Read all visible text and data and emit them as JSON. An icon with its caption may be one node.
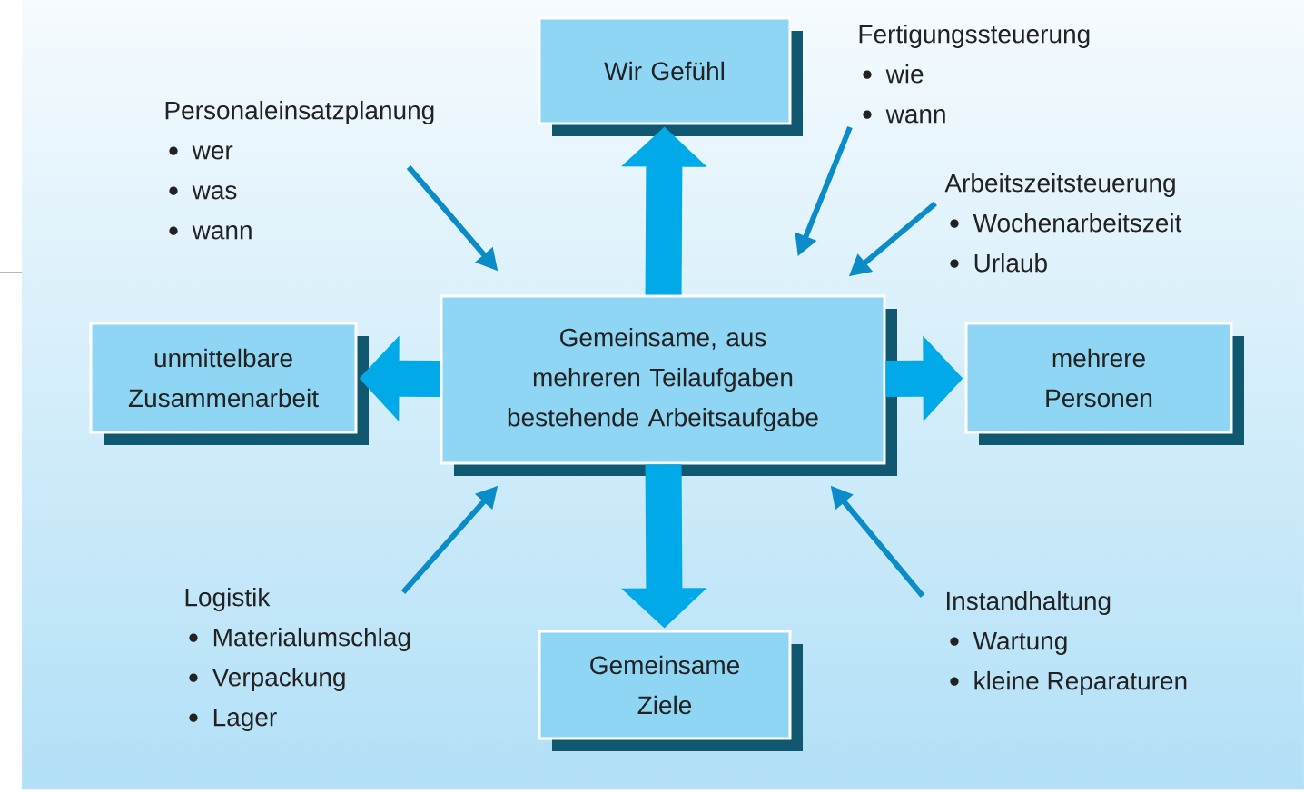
{
  "diagram": {
    "nodes": [
      {
        "text": [
          "Gemeinsame, aus mehreren Teilaufgaben bestehende Arbeitsaufgabe"
        ]
      },
      {
        "text": [
          "Wir Gefühl"
        ]
      },
      {
        "text": [
          "unmittelbare Zusammenarbeit"
        ]
      },
      {
        "text": [
          "mehrere Personen"
        ]
      },
      {
        "text": [
          "Gemeinsame Ziele"
        ]
      },
      {
        "text": [
          "Personaleinsatzplanung",
          "wer",
          "was",
          "wann"
        ]
      },
      {
        "text": [
          "Fertigungssteuerung",
          "wie",
          "wann"
        ]
      },
      {
        "text": [
          "Arbeitszeitsteuerung",
          "Wochenarbeitszeit",
          "Urlaub"
        ]
      },
      {
        "text": [
          "Logistik",
          "Materialumschlag",
          "Verpackung",
          "Lager"
        ]
      },
      {
        "text": [
          "Instandhaltung",
          "Wartung",
          "kleine Reparaturen"
        ]
      }
    ],
    "edges": [
      {
        "from": 0,
        "to": 1,
        "arrow": "to",
        "style": "thick",
        "color": "#00a9e8"
      },
      {
        "from": 0,
        "to": 2,
        "arrow": "to",
        "style": "thick",
        "color": "#00a9e8"
      },
      {
        "from": 0,
        "to": 3,
        "arrow": "to",
        "style": "thick",
        "color": "#00a9e8"
      },
      {
        "from": 0,
        "to": 4,
        "arrow": "to",
        "style": "thick",
        "color": "#00a9e8"
      },
      {
        "from": 5,
        "to": 0,
        "arrow": "to"
      },
      {
        "from": 6,
        "to": 0,
        "arrow": "to"
      },
      {
        "from": 7,
        "to": 0,
        "arrow": "to"
      },
      {
        "from": 8,
        "to": 0,
        "arrow": "to"
      },
      {
        "from": 9,
        "to": 0,
        "arrow": "to"
      }
    ]
  }
}
